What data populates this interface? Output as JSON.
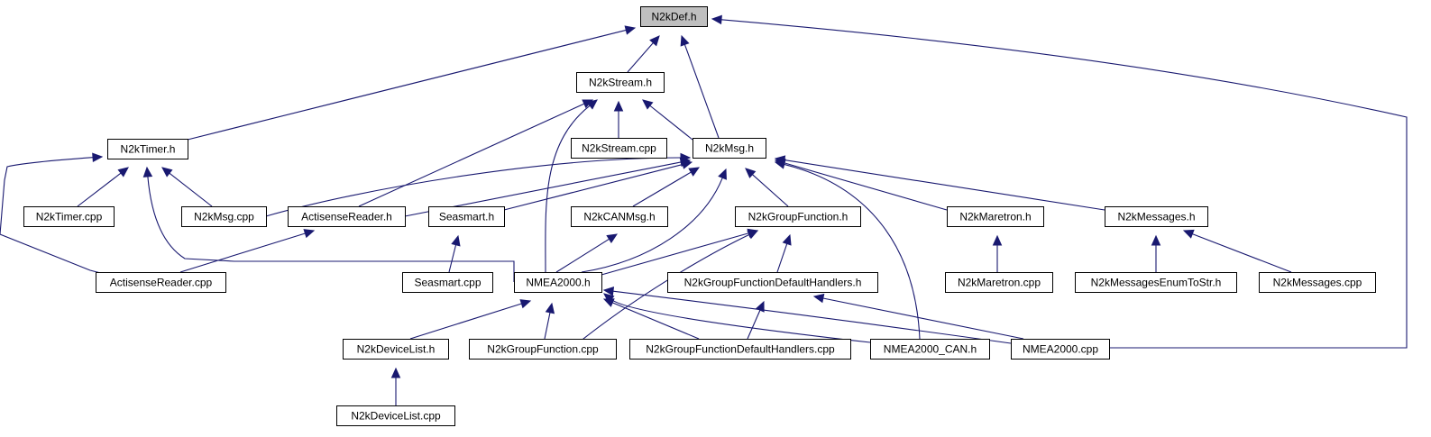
{
  "graph": {
    "root": "n2kdef",
    "nodes": [
      {
        "id": "n2kdef",
        "label": "N2kDef.h",
        "root": true
      },
      {
        "id": "n2kstream",
        "label": "N2kStream.h"
      },
      {
        "id": "n2ktimer",
        "label": "N2kTimer.h"
      },
      {
        "id": "n2kstreamcpp",
        "label": "N2kStream.cpp"
      },
      {
        "id": "n2kmsg",
        "label": "N2kMsg.h"
      },
      {
        "id": "n2ktimercpp",
        "label": "N2kTimer.cpp"
      },
      {
        "id": "n2kmsgcpp",
        "label": "N2kMsg.cpp"
      },
      {
        "id": "actisensereader",
        "label": "ActisenseReader.h"
      },
      {
        "id": "seasmart",
        "label": "Seasmart.h"
      },
      {
        "id": "n2kcanmsg",
        "label": "N2kCANMsg.h"
      },
      {
        "id": "n2kgroupfunction",
        "label": "N2kGroupFunction.h"
      },
      {
        "id": "n2kmaretron",
        "label": "N2kMaretron.h"
      },
      {
        "id": "n2kmessages",
        "label": "N2kMessages.h"
      },
      {
        "id": "actisensereadercpp",
        "label": "ActisenseReader.cpp"
      },
      {
        "id": "seasmartcpp",
        "label": "Seasmart.cpp"
      },
      {
        "id": "nmea2000",
        "label": "NMEA2000.h"
      },
      {
        "id": "n2kgfdh",
        "label": "N2kGroupFunctionDefaultHandlers.h"
      },
      {
        "id": "n2kmaretroncpp",
        "label": "N2kMaretron.cpp"
      },
      {
        "id": "n2kmessagesenum",
        "label": "N2kMessagesEnumToStr.h"
      },
      {
        "id": "n2kmessagescpp",
        "label": "N2kMessages.cpp"
      },
      {
        "id": "n2kdevicelist",
        "label": "N2kDeviceList.h"
      },
      {
        "id": "n2kgroupfunctioncpp",
        "label": "N2kGroupFunction.cpp"
      },
      {
        "id": "n2kgfdhcpp",
        "label": "N2kGroupFunctionDefaultHandlers.cpp"
      },
      {
        "id": "nmea2000can",
        "label": "NMEA2000_CAN.h"
      },
      {
        "id": "nmea2000cpp",
        "label": "NMEA2000.cpp"
      },
      {
        "id": "n2kdevicelistcpp",
        "label": "N2kDeviceList.cpp"
      }
    ],
    "edges": [
      {
        "from": "n2kstream",
        "to": "n2kdef"
      },
      {
        "from": "n2ktimer",
        "to": "n2kdef"
      },
      {
        "from": "n2kmsg",
        "to": "n2kdef"
      },
      {
        "from": "nmea2000cpp",
        "to": "n2kdef"
      },
      {
        "from": "n2kstreamcpp",
        "to": "n2kstream"
      },
      {
        "from": "n2kmsg",
        "to": "n2kstream"
      },
      {
        "from": "actisensereader",
        "to": "n2kstream"
      },
      {
        "from": "nmea2000",
        "to": "n2kstream"
      },
      {
        "from": "n2ktimercpp",
        "to": "n2ktimer"
      },
      {
        "from": "n2kmsgcpp",
        "to": "n2ktimer"
      },
      {
        "from": "actisensereadercpp",
        "to": "n2ktimer"
      },
      {
        "from": "nmea2000",
        "to": "n2ktimer"
      },
      {
        "from": "n2kmsgcpp",
        "to": "n2kmsg"
      },
      {
        "from": "actisensereader",
        "to": "n2kmsg"
      },
      {
        "from": "seasmart",
        "to": "n2kmsg"
      },
      {
        "from": "n2kcanmsg",
        "to": "n2kmsg"
      },
      {
        "from": "nmea2000",
        "to": "n2kmsg"
      },
      {
        "from": "n2kgroupfunction",
        "to": "n2kmsg"
      },
      {
        "from": "n2kmaretron",
        "to": "n2kmsg"
      },
      {
        "from": "n2kmessages",
        "to": "n2kmsg"
      },
      {
        "from": "nmea2000can",
        "to": "n2kmsg"
      },
      {
        "from": "actisensereadercpp",
        "to": "actisensereader"
      },
      {
        "from": "seasmartcpp",
        "to": "seasmart"
      },
      {
        "from": "nmea2000",
        "to": "n2kcanmsg"
      },
      {
        "from": "nmea2000",
        "to": "n2kgroupfunction"
      },
      {
        "from": "n2kgfdh",
        "to": "n2kgroupfunction"
      },
      {
        "from": "n2kgroupfunctioncpp",
        "to": "n2kgroupfunction"
      },
      {
        "from": "n2kmaretroncpp",
        "to": "n2kmaretron"
      },
      {
        "from": "n2kmessagesenum",
        "to": "n2kmessages"
      },
      {
        "from": "n2kmessagescpp",
        "to": "n2kmessages"
      },
      {
        "from": "n2kdevicelist",
        "to": "nmea2000"
      },
      {
        "from": "n2kgroupfunctioncpp",
        "to": "nmea2000"
      },
      {
        "from": "n2kgfdhcpp",
        "to": "nmea2000"
      },
      {
        "from": "nmea2000can",
        "to": "nmea2000"
      },
      {
        "from": "nmea2000cpp",
        "to": "nmea2000"
      },
      {
        "from": "n2kgfdhcpp",
        "to": "n2kgfdh"
      },
      {
        "from": "nmea2000cpp",
        "to": "n2kgfdh"
      },
      {
        "from": "n2kdevicelistcpp",
        "to": "n2kdevicelist"
      }
    ]
  }
}
